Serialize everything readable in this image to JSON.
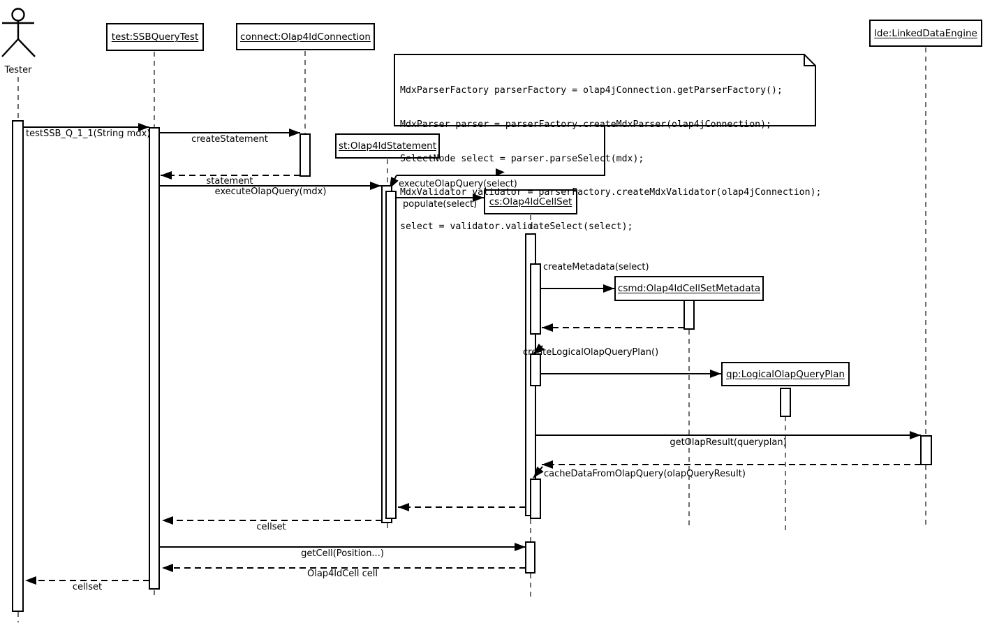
{
  "actor": {
    "label": "Tester"
  },
  "objects": [
    {
      "label": "test:SSBQueryTest"
    },
    {
      "label": "connect:Olap4ldConnection"
    },
    {
      "label": "st:Olap4ldStatement"
    },
    {
      "label": "cs:Olap4ldCellSet"
    },
    {
      "label": "csmd:Olap4ldCellSetMetadata"
    },
    {
      "label": "qp:LogicalOlapQueryPlan"
    },
    {
      "label": "lde:LinkedDataEngine"
    }
  ],
  "note": {
    "lines": [
      "MdxParserFactory parserFactory = olap4jConnection.getParserFactory();",
      "MdxParser parser = parserFactory.createMdxParser(olap4jConnection);",
      "SelectNode select = parser.parseSelect(mdx);",
      "MdxValidator validator = parserFactory.createMdxValidator(olap4jConnection);",
      "select = validator.validateSelect(select);"
    ]
  },
  "messages": [
    {
      "label": "testSSB_Q_1_1(String mdx)",
      "type": "call"
    },
    {
      "label": "createStatement",
      "type": "call"
    },
    {
      "label": "statement",
      "type": "return"
    },
    {
      "label": "executeOlapQuery(mdx)",
      "type": "call"
    },
    {
      "label": "executeOlapQuery(select)",
      "type": "call"
    },
    {
      "label": "populate(select)",
      "type": "call"
    },
    {
      "label": "createMetadata(select)",
      "type": "self-call"
    },
    {
      "label": "createLogicalOlapQueryPlan()",
      "type": "self-call"
    },
    {
      "label": "getOlapResult(queryplan)",
      "type": "call"
    },
    {
      "label": "cacheDataFromOlapQuery(olapQueryResult)",
      "type": "self-call"
    },
    {
      "label": "cellset",
      "type": "return"
    },
    {
      "label": "getCell(Position...)",
      "type": "call"
    },
    {
      "label": "Olap4ldCell cell",
      "type": "return"
    },
    {
      "label": "cellset",
      "type": "return"
    }
  ]
}
